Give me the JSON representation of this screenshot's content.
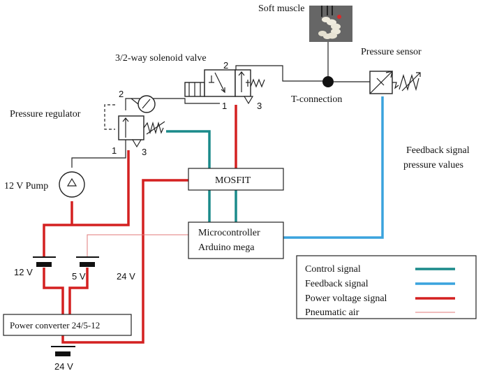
{
  "labels": {
    "soft_muscle": "Soft muscle",
    "solenoid_valve": "3/2-way solenoid valve",
    "pressure_sensor": "Pressure sensor",
    "t_connection": "T-connection",
    "pressure_regulator": "Pressure regulator",
    "feedback_line1": "Feedback signal",
    "feedback_line2": "pressure values",
    "pump": "12 V Pump",
    "mosfet": "MOSFIT",
    "mcu_line1": "Microcontroller",
    "mcu_line2": "Arduino mega",
    "v12": "12 V",
    "v5": "5 V",
    "v24_mid": "24 V",
    "v24_bottom": "24 V",
    "power_converter": "Power converter 24/5-12",
    "valve_port_2": "2",
    "valve_port_1": "1",
    "valve_port_3": "3",
    "reg_port_2": "2",
    "reg_port_1": "1",
    "reg_port_3": "3"
  },
  "legend": {
    "items": [
      {
        "label": "Control signal",
        "color": "#1a8a8a"
      },
      {
        "label": "Feedback signal",
        "color": "#3aa3dd"
      },
      {
        "label": "Power voltage signal",
        "color": "#d42020"
      },
      {
        "label": "Pneumatic air",
        "color": "#e07a7a"
      }
    ]
  },
  "colors": {
    "control": "#1a8a8a",
    "feedback": "#3aa3dd",
    "power": "#d42020",
    "pneumatic": "#e07a7a",
    "line": "#222222"
  }
}
